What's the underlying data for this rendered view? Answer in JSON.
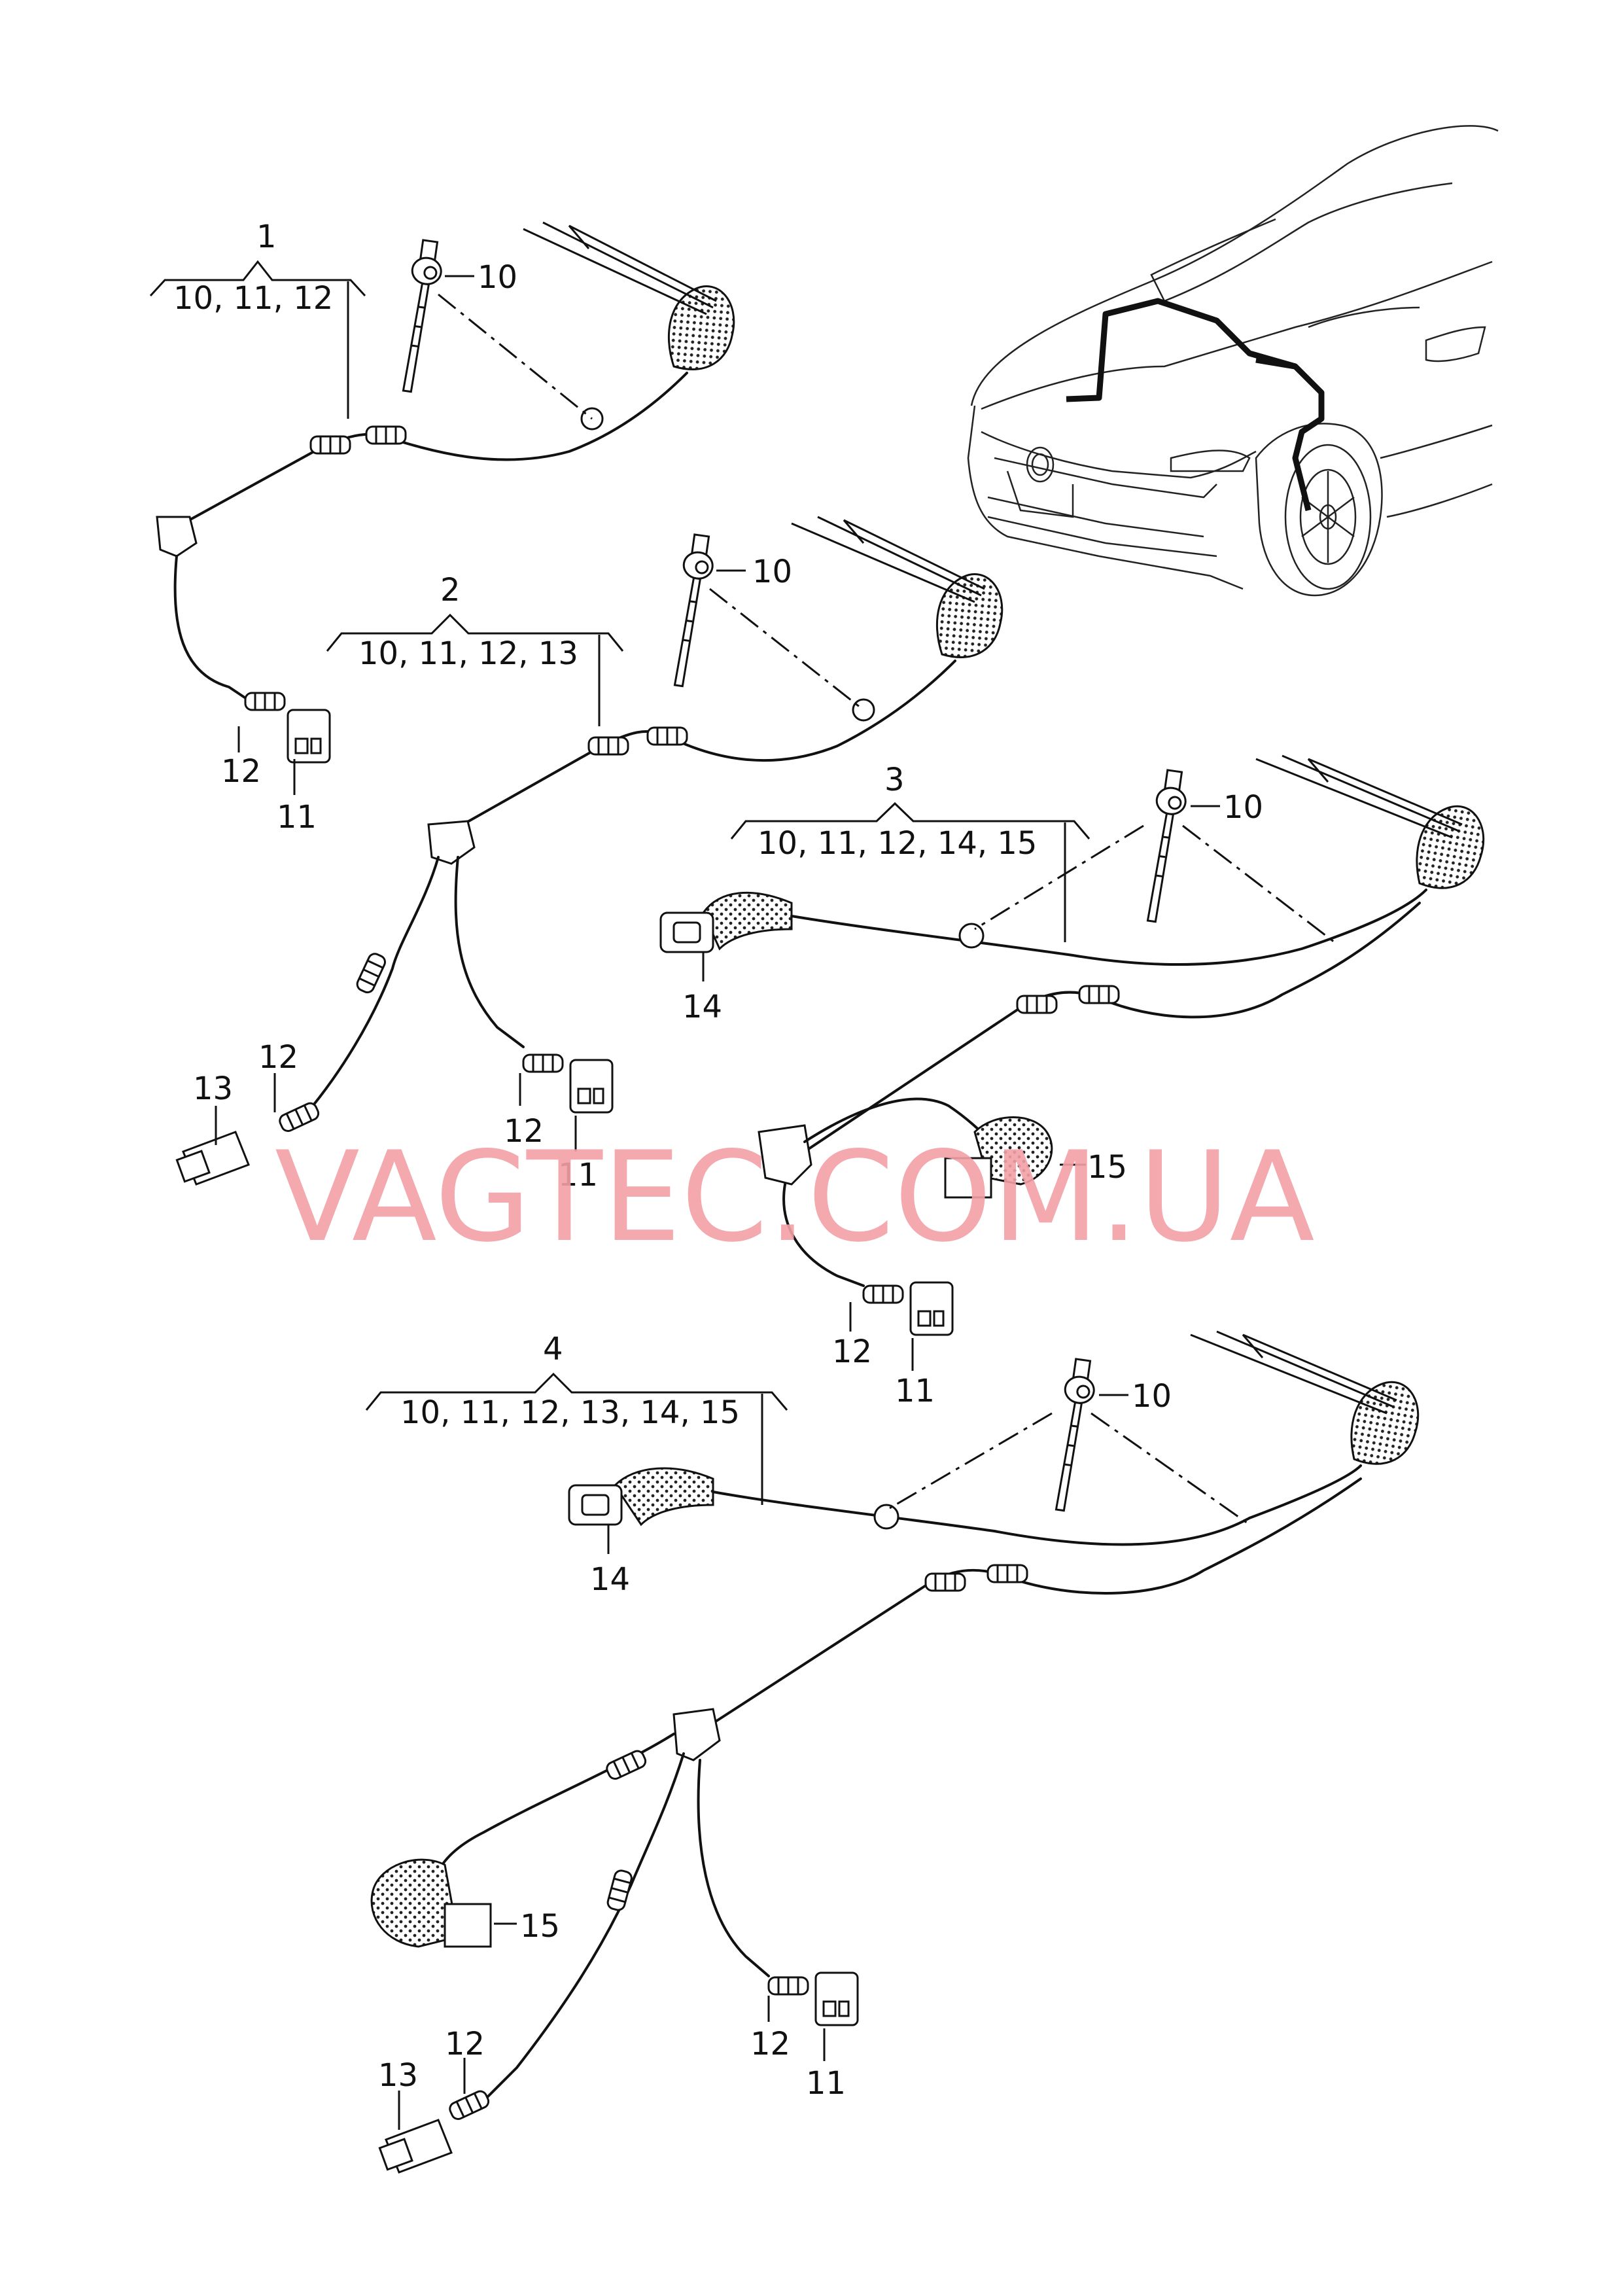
{
  "assemblies": [
    {
      "number": "1",
      "parts": "10, 11, 12"
    },
    {
      "number": "2",
      "parts": "10, 11, 12, 13"
    },
    {
      "number": "3",
      "parts": "10, 11, 12, 14, 15"
    },
    {
      "number": "4",
      "parts": "10, 11, 12, 13, 14, 15"
    }
  ],
  "callouts": {
    "p10": "10",
    "p11": "11",
    "p12": "12",
    "p13": "13",
    "p14": "14",
    "p15": "15"
  },
  "watermark": "VAGTEC.COM.UA"
}
